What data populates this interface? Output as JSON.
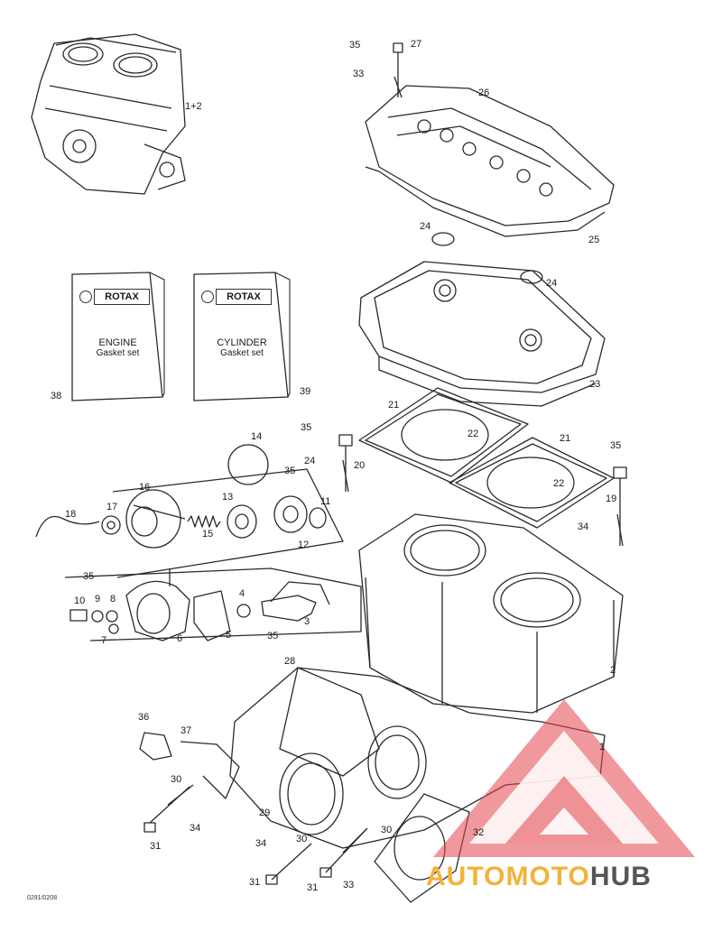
{
  "books": [
    {
      "brand": "ROTAX",
      "title": "ENGINE",
      "subtitle": "Gasket set",
      "ref": "38"
    },
    {
      "brand": "ROTAX",
      "title": "CYLINDER",
      "subtitle": "Gasket set",
      "ref": "39"
    }
  ],
  "labels": {
    "l27": "27",
    "l35a": "35",
    "l33a": "33",
    "l26": "26",
    "l1p2": "1+2",
    "l24a": "24",
    "l25": "25",
    "l24b": "24",
    "l23": "23",
    "l21a": "21",
    "l22a": "22",
    "l21b": "21",
    "l22b": "22",
    "l35b": "35",
    "l24c": "24",
    "l20": "20",
    "l35c": "35",
    "l19": "19",
    "l34a": "34",
    "l14": "14",
    "l35d": "35",
    "l16": "16",
    "l17": "17",
    "l18": "18",
    "l13": "13",
    "l11": "11",
    "l15": "15",
    "l12": "12",
    "l35e": "35",
    "l10": "10",
    "l9": "9",
    "l8": "8",
    "l7": "7",
    "l6": "6",
    "l4": "4",
    "l5": "5",
    "l3": "3",
    "l35f": "35",
    "l2": "2",
    "l28": "28",
    "l36": "36",
    "l37": "37",
    "l1": "1",
    "l30a": "30",
    "l29": "29",
    "l34b": "34",
    "l31a": "31",
    "l34c": "34",
    "l30b": "30",
    "l30c": "30",
    "l32": "32",
    "l31b": "31",
    "l31c": "31",
    "l33b": "33"
  },
  "watermark": {
    "part1": "AUTOMOTO",
    "part2": "HUB",
    "color1": "#f3b23a",
    "color2": "#555555",
    "logo_color": "#e4454d"
  },
  "drawing_code": "0291/0208"
}
